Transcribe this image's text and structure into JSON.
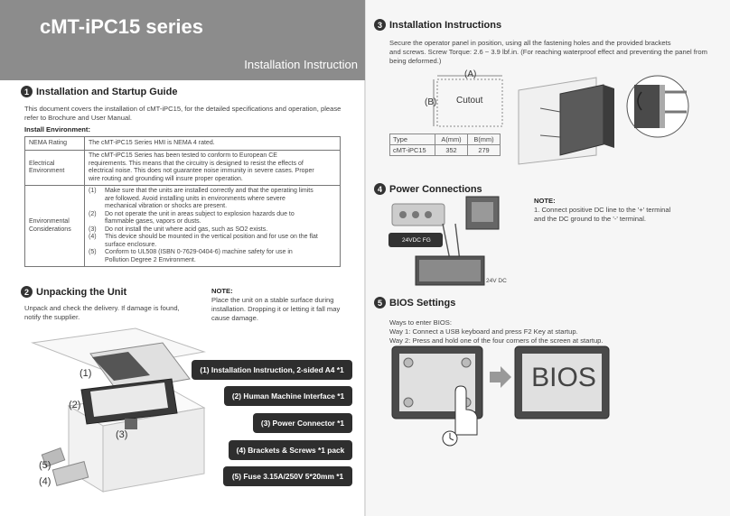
{
  "banner": {
    "title": "cMT-iPC15 series",
    "subtitle": "Installation Instruction"
  },
  "sec1": {
    "num": "1",
    "title": "Installation and Startup Guide",
    "intro": [
      "This document covers the installation of cMT-iPC15, for the detailed specifications and operation, please",
      "refer to Brochure and User Manual."
    ],
    "env_label": "Install Environment:",
    "rows": [
      {
        "k": [
          "NEMA Rating"
        ],
        "v": [
          "The cMT-iPC15 Series HMI is NEMA 4 rated."
        ]
      },
      {
        "k": [
          "Electrical",
          "Environment"
        ],
        "v": [
          "The cMT-iPC15 Series has been tested to conform to European CE",
          "requirements. This means that the circuitry is designed to resist the effects of",
          "electrical noise. This does not guarantee noise immunity in severe cases. Proper",
          "wire routing and grounding will insure proper operation."
        ]
      }
    ],
    "env_key": [
      "Environmental",
      "Considerations"
    ],
    "env_items": [
      {
        "n": "(1)",
        "t": [
          "Make sure that the units are installed correctly and that the operating limits",
          "are followed. Avoid installing units in environments where severe",
          "mechanical vibration or shocks are present."
        ]
      },
      {
        "n": "(2)",
        "t": [
          "Do not operate the unit in areas subject to explosion hazards due to",
          "flammable gases, vapors or dusts."
        ]
      },
      {
        "n": "(3)",
        "t": [
          "Do not install the unit where acid gas, such as SO2 exists."
        ]
      },
      {
        "n": "(4)",
        "t": [
          "This device should be mounted in the vertical position and for use on the flat",
          "surface enclosure."
        ]
      },
      {
        "n": "(5)",
        "t": [
          "Conform to UL508 (ISBN 0-7629-0404-6) machine safety for use in",
          "Pollution Degree 2 Environment."
        ]
      }
    ]
  },
  "sec2": {
    "num": "2",
    "title": "Unpacking the Unit",
    "text": [
      "Unpack and check the delivery. If damage is found,",
      "notify the supplier."
    ],
    "note_head": "NOTE:",
    "note": [
      "Place the unit on a stable surface during",
      "installation. Dropping it or letting it fall may",
      "cause damage."
    ],
    "callouts": [
      "(1)",
      "(2)",
      "(3)",
      "(5)",
      "(4)"
    ],
    "pills": [
      "(1) Installation Instruction, 2-sided A4 *1",
      "(2) Human Machine Interface *1",
      "(3) Power Connector *1",
      "(4) Brackets & Screws *1 pack",
      "(5) Fuse 3.15A/250V 5*20mm *1"
    ]
  },
  "sec3": {
    "num": "3",
    "title": "Installation Instructions",
    "text": [
      "Secure the operator panel in position, using all the fastening holes and the provided brackets",
      "and screws. Screw Torque: 2.6 ~ 3.9 lbf.in. (For reaching waterproof effect and preventing the panel from",
      "being deformed.)"
    ],
    "label_a": "(A)",
    "label_b": "(B)",
    "cutout": "Cutout",
    "dims_head": [
      "Type",
      "A(mm)",
      "B(mm)"
    ],
    "dims_row": [
      "cMT-iPC15",
      "352",
      "279"
    ]
  },
  "sec4": {
    "num": "4",
    "title": "Power Connections",
    "note_head": "NOTE:",
    "note": [
      "1. Connect positive DC line to the '+' terminal",
      "and the DC ground to the '-' terminal."
    ],
    "label_24vdc": "24VDC",
    "label_fg": "FG",
    "label_ps": "24V DC"
  },
  "sec5": {
    "num": "5",
    "title": "BIOS Settings",
    "text": [
      "Ways to enter BIOS:",
      "Way 1: Connect a USB keyboard and press F2 Key at startup.",
      "Way 2: Press and hold one of the four corners of the screen at startup."
    ],
    "bios_label": "BIOS"
  }
}
